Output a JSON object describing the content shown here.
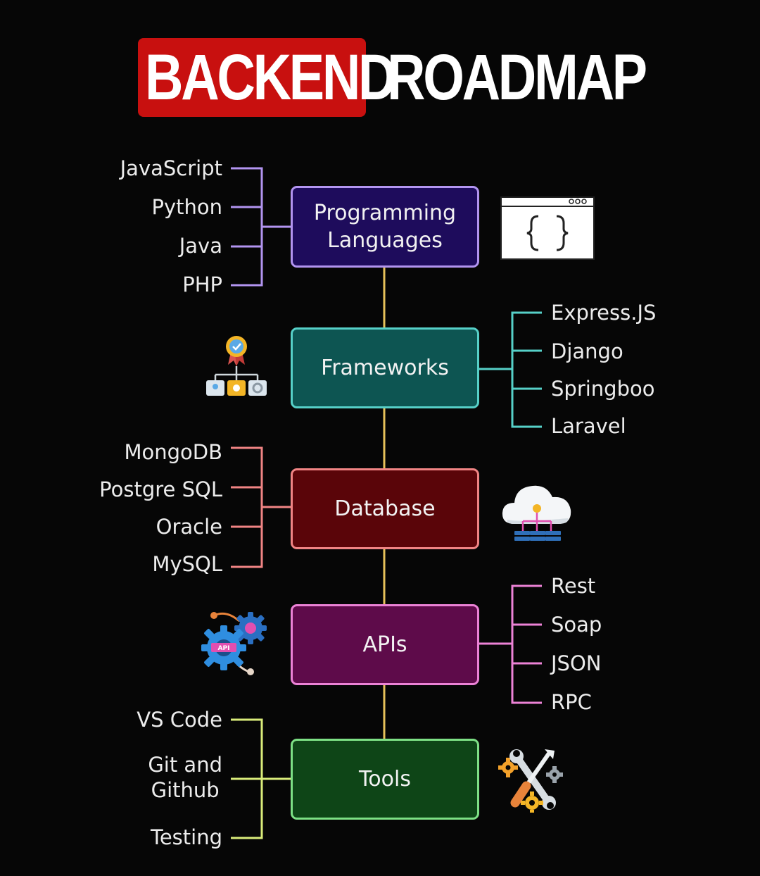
{
  "title": {
    "part1": "BACKEND",
    "part2": "ROADMAP"
  },
  "colors": {
    "background": "#060606",
    "title_badge": "#c8100f",
    "connector": "#e6c15a",
    "programming_languages": "#b294f0",
    "frameworks": "#56d0c8",
    "database": "#f08484",
    "apis": "#ec82d6",
    "tools": "#7de085"
  },
  "stages": [
    {
      "label": "Programming\nLanguages",
      "items": [
        "JavaScript",
        "Python",
        "Java",
        "PHP"
      ],
      "icon": "code-window-icon"
    },
    {
      "label": "Frameworks",
      "items": [
        "Express.JS",
        "Django",
        "Springboo",
        "Laravel"
      ],
      "icon": "award-hierarchy-icon"
    },
    {
      "label": "Database",
      "items": [
        "MongoDB",
        "Postgre SQL",
        "Oracle",
        "MySQL"
      ],
      "icon": "cloud-database-icon"
    },
    {
      "label": "APIs",
      "items": [
        "Rest",
        "Soap",
        "JSON",
        "RPC"
      ],
      "icon": "api-gears-icon"
    },
    {
      "label": "Tools",
      "items": [
        "VS Code",
        "Git and\nGithub",
        "Testing"
      ],
      "icon": "tools-gears-icon"
    }
  ],
  "icon_text": {
    "api_badge": "API"
  }
}
